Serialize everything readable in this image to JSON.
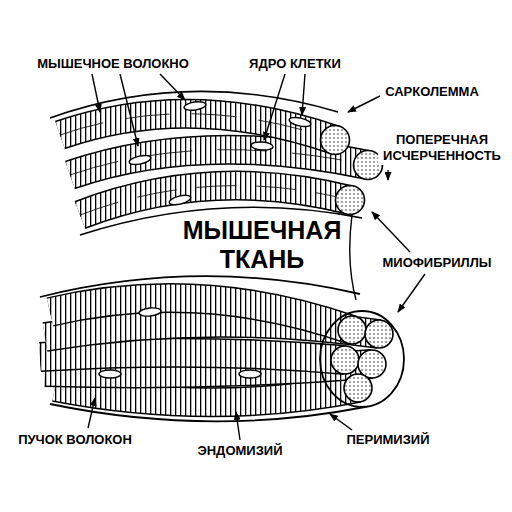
{
  "diagram": {
    "title": "МЫШЕЧНАЯ ТКАНЬ",
    "labels": [
      "МЫШЕЧНОЕ ВОЛОКНО",
      "ЯДРО КЛЕТКИ",
      "САРКОЛЕММА",
      "ПОПЕРЕЧНАЯ ИСЧЕРЧЕННОСТЬ",
      "МИОФИБРИЛЛЫ",
      "ПУЧОК ВОЛОКОН",
      "ЭНДОМИЗИЙ",
      "ПЕРИМИЗИЙ"
    ]
  }
}
